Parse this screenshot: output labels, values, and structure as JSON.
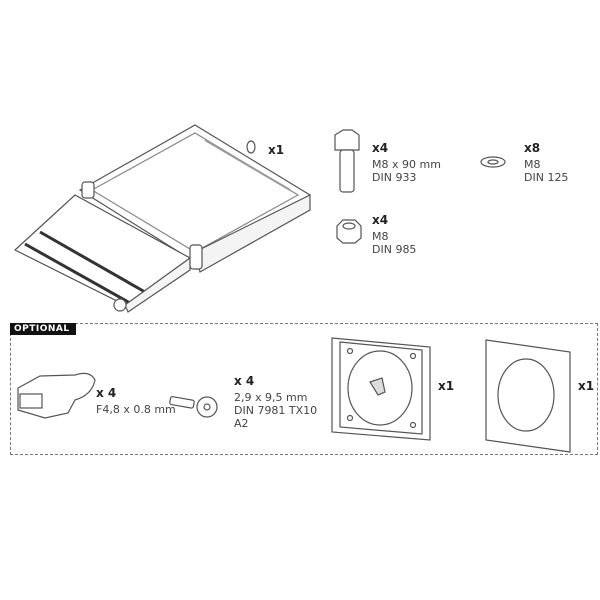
{
  "parts": [
    {
      "name": "step",
      "qty": "x1"
    },
    {
      "name": "bolt",
      "qty": "x4",
      "spec": [
        "M8 x 90 mm",
        "DIN 933"
      ]
    },
    {
      "name": "washer",
      "qty": "x8",
      "spec": [
        "M8",
        "DIN 125"
      ]
    },
    {
      "name": "nut",
      "qty": "x4",
      "spec": [
        "M8",
        "DIN 985"
      ]
    }
  ],
  "optional": {
    "label": "OPTIONAL",
    "parts": [
      {
        "name": "connector",
        "qty": "x 4",
        "spec": [
          "F4,8 x 0.8 mm"
        ]
      },
      {
        "name": "screw",
        "qty": "x 4",
        "spec": [
          "2,9 x 9,5 mm",
          "DIN 7981   TX10",
          "A2"
        ]
      },
      {
        "name": "switch-plate",
        "qty": "x1"
      },
      {
        "name": "cover-plate",
        "qty": "x1"
      }
    ]
  }
}
